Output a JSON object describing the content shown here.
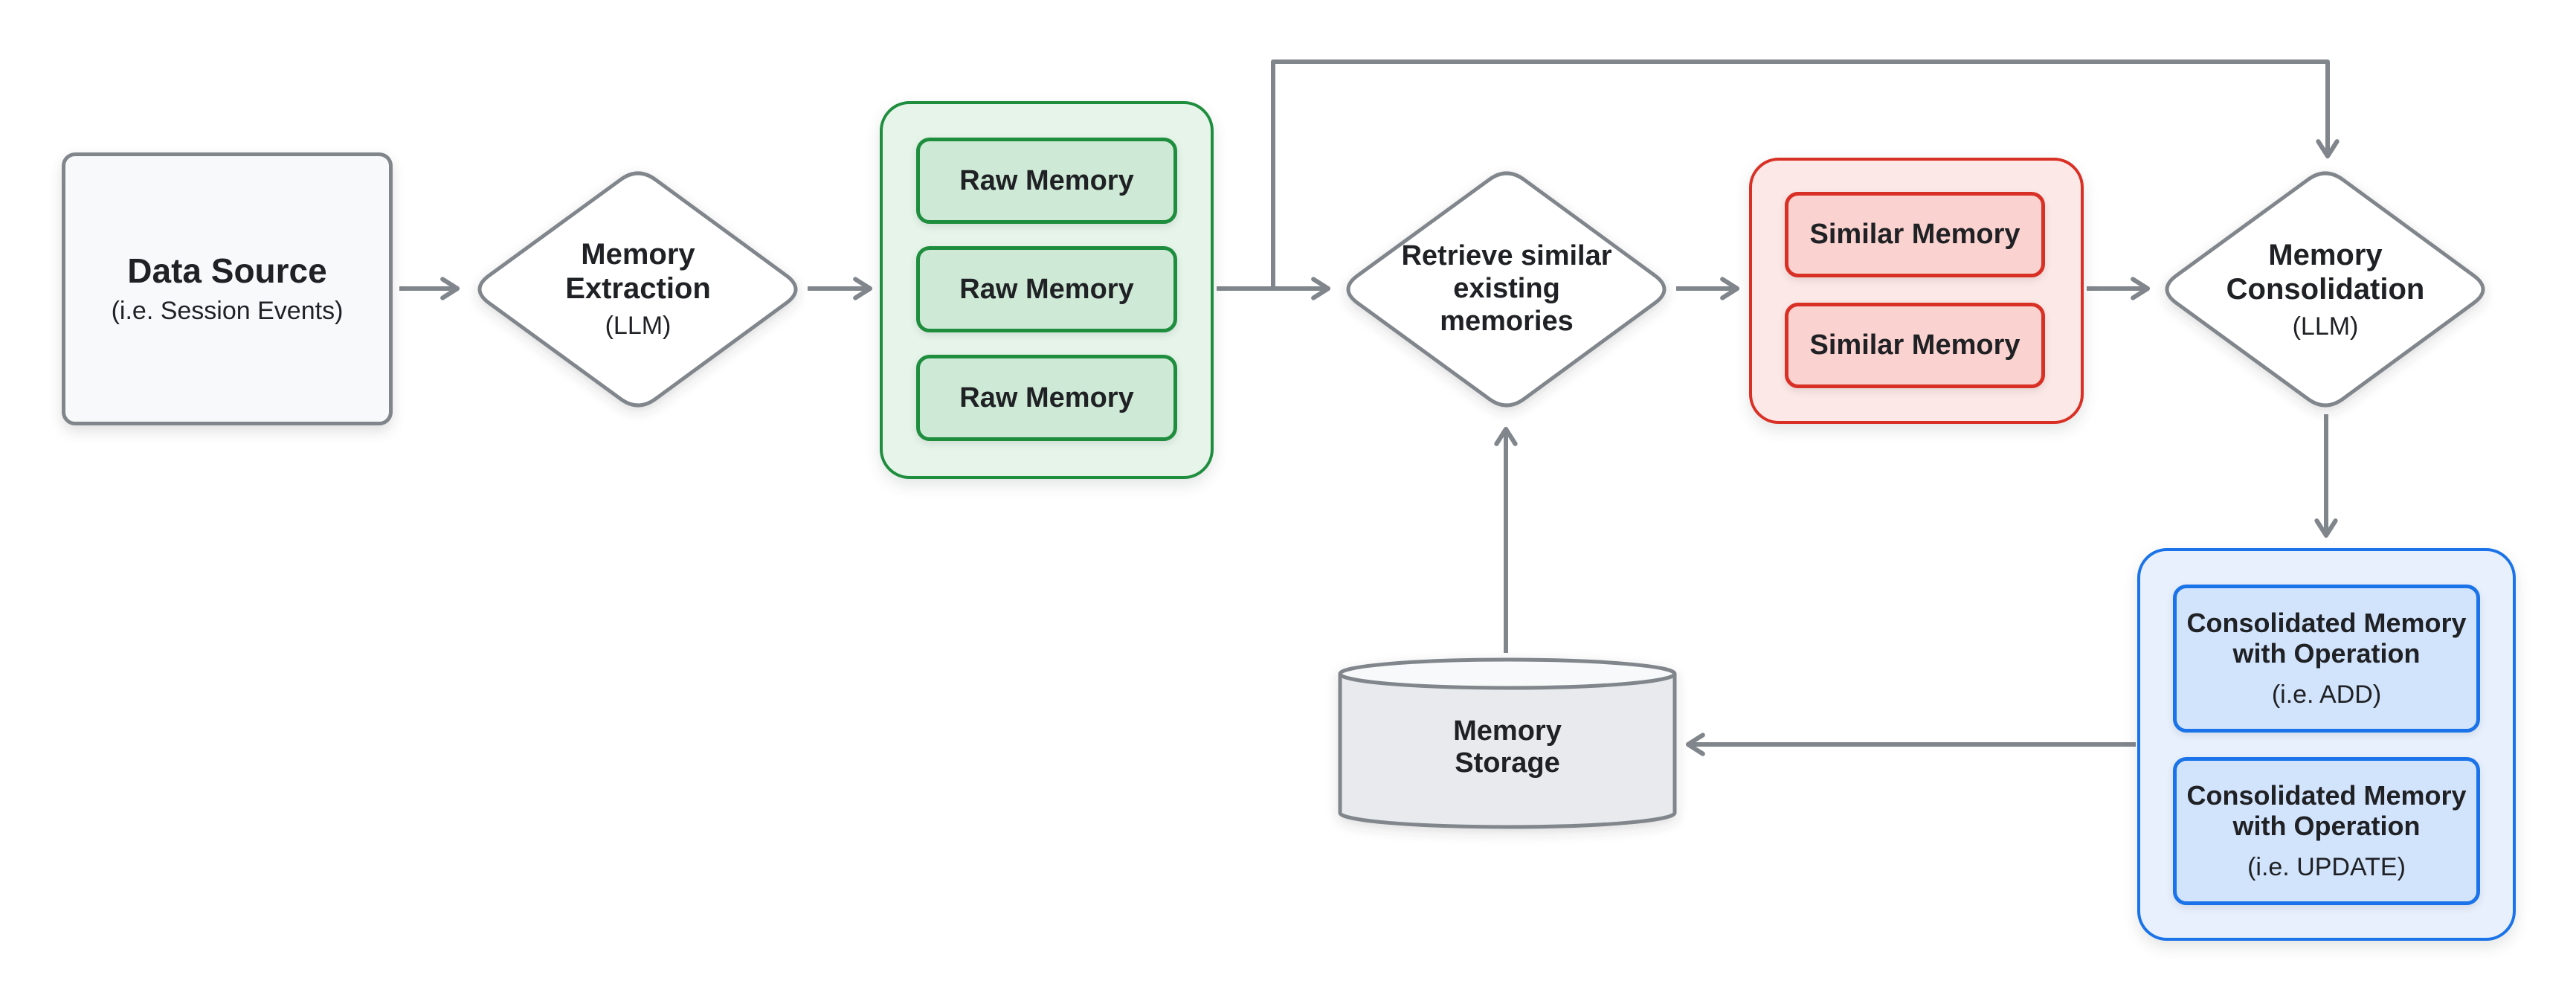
{
  "diagram": {
    "nodes": {
      "data_source": {
        "title": "Data Source",
        "subtitle": "(i.e. Session Events)"
      },
      "memory_extraction": {
        "title": "Memory Extraction",
        "subtitle": "(LLM)"
      },
      "raw_memory_group": {
        "items": [
          "Raw Memory",
          "Raw Memory",
          "Raw Memory"
        ]
      },
      "retrieve_similar": {
        "title": "Retrieve similar existing memories"
      },
      "similar_memory_group": {
        "items": [
          "Similar Memory",
          "Similar Memory"
        ]
      },
      "memory_consolidation": {
        "title": "Memory Consolidation",
        "subtitle": "(LLM)"
      },
      "consolidated_group": {
        "items": [
          {
            "title": "Consolidated Memory with Operation",
            "subtitle": "(i.e. ADD)"
          },
          {
            "title": "Consolidated Memory with Operation",
            "subtitle": "(i.e. UPDATE)"
          }
        ]
      },
      "memory_storage": {
        "title": "Memory Storage"
      }
    },
    "colors": {
      "connector_gray": "#80868B",
      "node_border_gray": "#80868B",
      "node_fill_gray": "#F8F9FA",
      "green_border": "#1E8E3E",
      "green_container_fill": "#E6F4EA",
      "green_item_fill": "#CEEAD6",
      "red_border": "#D93025",
      "red_container_fill": "#FCE8E6",
      "red_item_fill": "#FAD2CF",
      "blue_border": "#1A73E8",
      "blue_container_fill": "#E8F0FE",
      "blue_item_fill": "#D2E3FC",
      "storage_fill": "#E8EAED",
      "text": "#1F2124",
      "background": "#FFFFFF"
    }
  }
}
